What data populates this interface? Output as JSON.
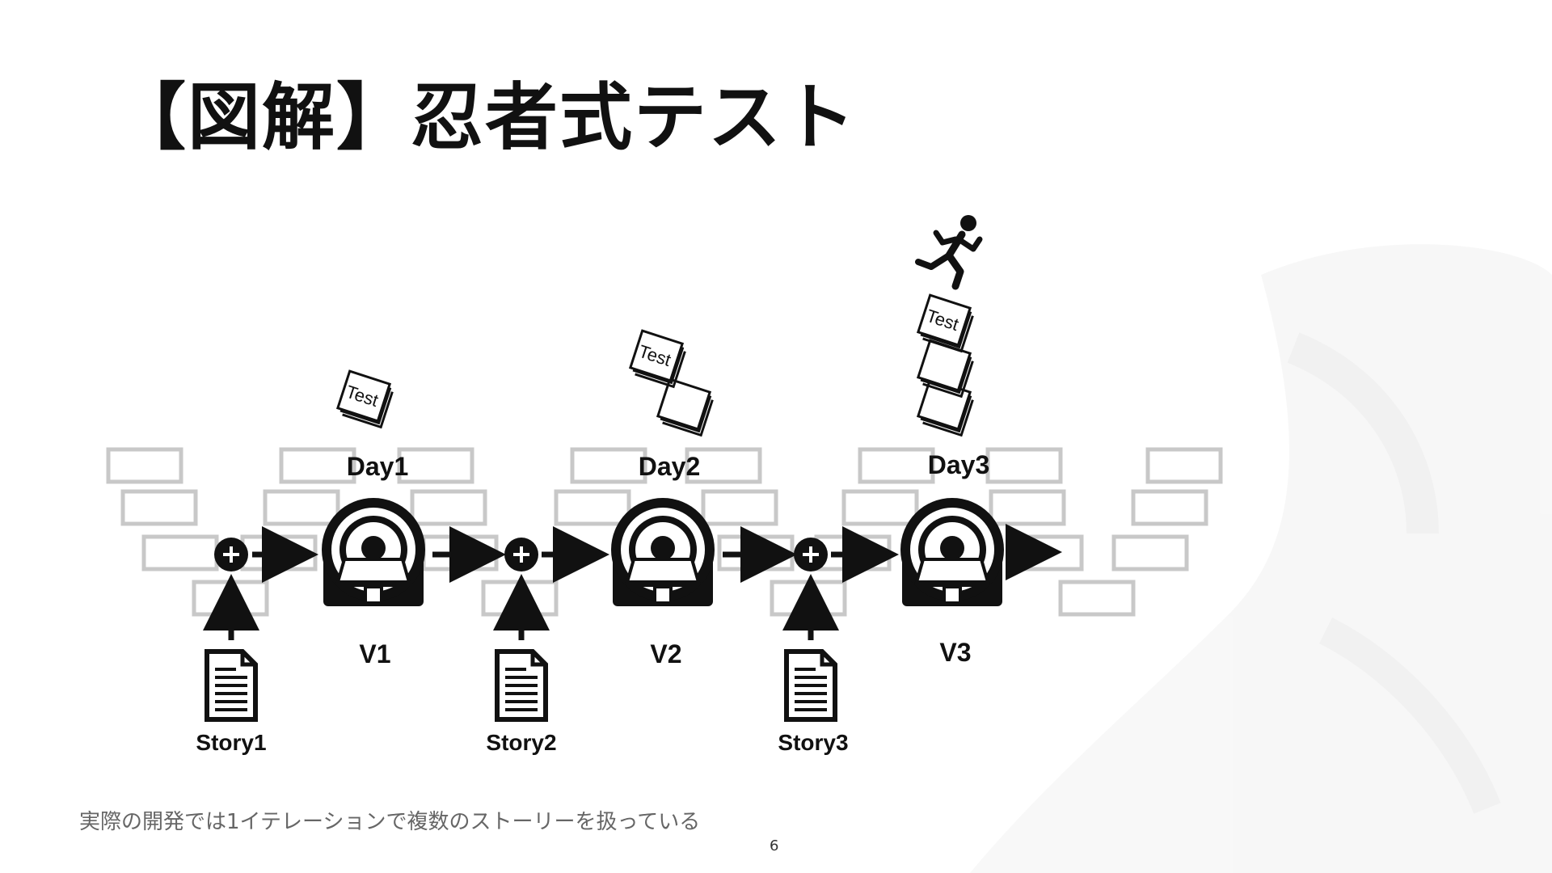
{
  "slide": {
    "title": "【図解】忍者式テスト",
    "caption": "実際の開発では1イテレーションで複数のストーリーを扱っている",
    "page_number": "6"
  },
  "diagram": {
    "test_label": "Test",
    "stages": [
      {
        "day": "Day1",
        "version": "V1",
        "story": "Story1",
        "test_sheets": 1
      },
      {
        "day": "Day2",
        "version": "V2",
        "story": "Story2",
        "test_sheets": 2
      },
      {
        "day": "Day3",
        "version": "V3",
        "story": "Story3",
        "test_sheets": 3
      }
    ],
    "icons": {
      "merge": "plus-circle-icon",
      "build": "mri-scanner-icon",
      "story": "document-icon",
      "runner": "running-person-icon",
      "tests": "test-paper-stack-icon"
    },
    "colors": {
      "ink": "#111111",
      "brick": "#c8c8c8",
      "caption": "#666666",
      "watermark": "#f3f3f3"
    }
  }
}
